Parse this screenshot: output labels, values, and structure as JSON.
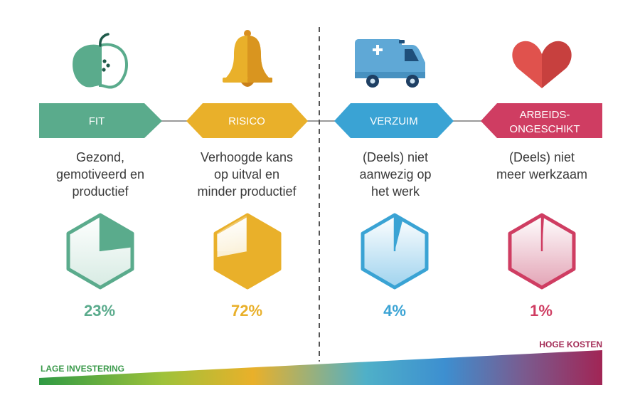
{
  "stages": [
    {
      "label": "FIT",
      "description": [
        "Gezond,",
        "gemotiveerd en",
        "productief"
      ],
      "percent": "23%",
      "share": 0.23,
      "icon": "apple-icon",
      "color": "#5aab8c"
    },
    {
      "label": "RISICO",
      "description": [
        "Verhoogde kans",
        "op uitval en",
        "minder productief"
      ],
      "percent": "72%",
      "share": 0.72,
      "icon": "bell-icon",
      "color": "#e9b02a"
    },
    {
      "label": "VERZUIM",
      "description": [
        "(Deels) niet",
        "aanwezig op",
        "het werk"
      ],
      "percent": "4%",
      "share": 0.04,
      "icon": "ambulance-icon",
      "color": "#3aa3d4"
    },
    {
      "label": [
        "ARBEIDS-",
        "ONGESCHIKT"
      ],
      "description": [
        "(Deels) niet",
        "meer werkzaam"
      ],
      "percent": "1%",
      "share": 0.01,
      "icon": "heart-icon",
      "color": "#cf3d62"
    }
  ],
  "axis": {
    "low_label": "LAGE INVESTERING",
    "high_label": "HOGE KOSTEN",
    "low_color": "#3a9a4a",
    "high_color": "#a32a55"
  }
}
